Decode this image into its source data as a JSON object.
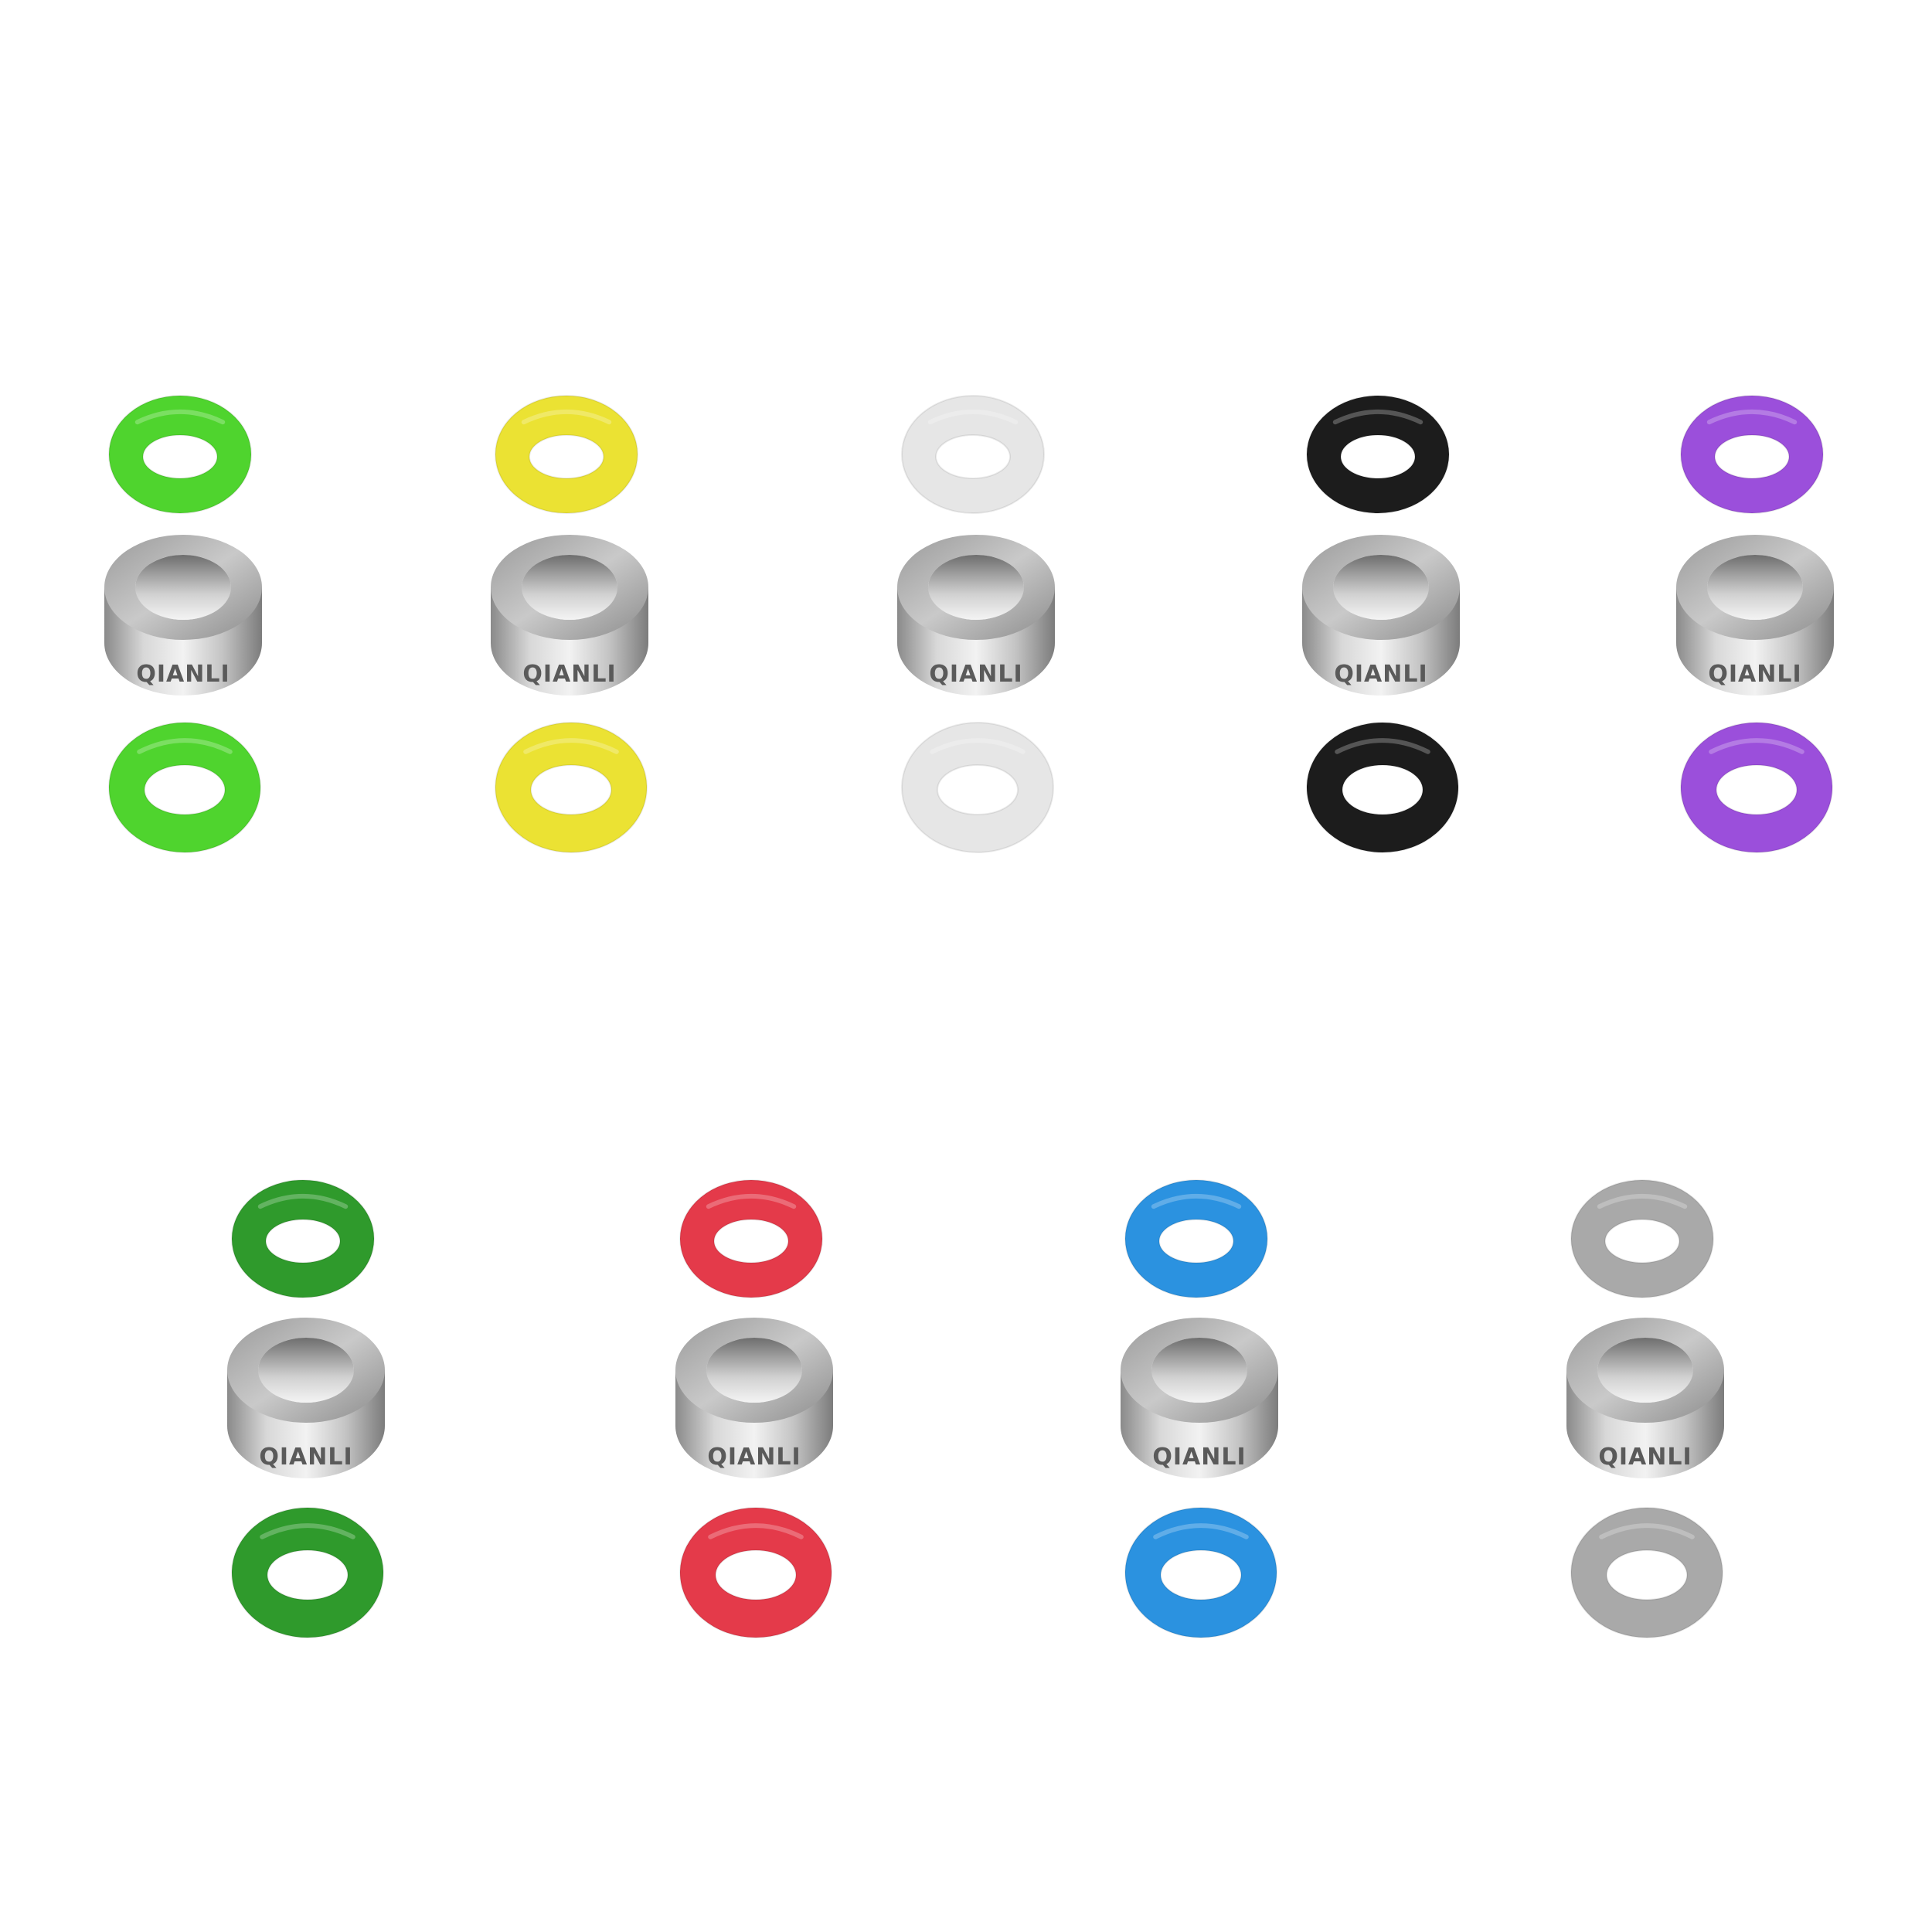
{
  "product": {
    "logo_text": "QIANLI",
    "sets": [
      {
        "name": "lime-green",
        "color": "#4fd42e"
      },
      {
        "name": "yellow",
        "color": "#ebe233"
      },
      {
        "name": "white",
        "color": "#e6e6e6"
      },
      {
        "name": "black",
        "color": "#1c1c1c"
      },
      {
        "name": "purple",
        "color": "#9b4fdb"
      },
      {
        "name": "dark-green",
        "color": "#2f9a2c"
      },
      {
        "name": "red",
        "color": "#e43a4a"
      },
      {
        "name": "blue",
        "color": "#2b92e0"
      },
      {
        "name": "gray",
        "color": "#a9a9a9"
      }
    ]
  }
}
